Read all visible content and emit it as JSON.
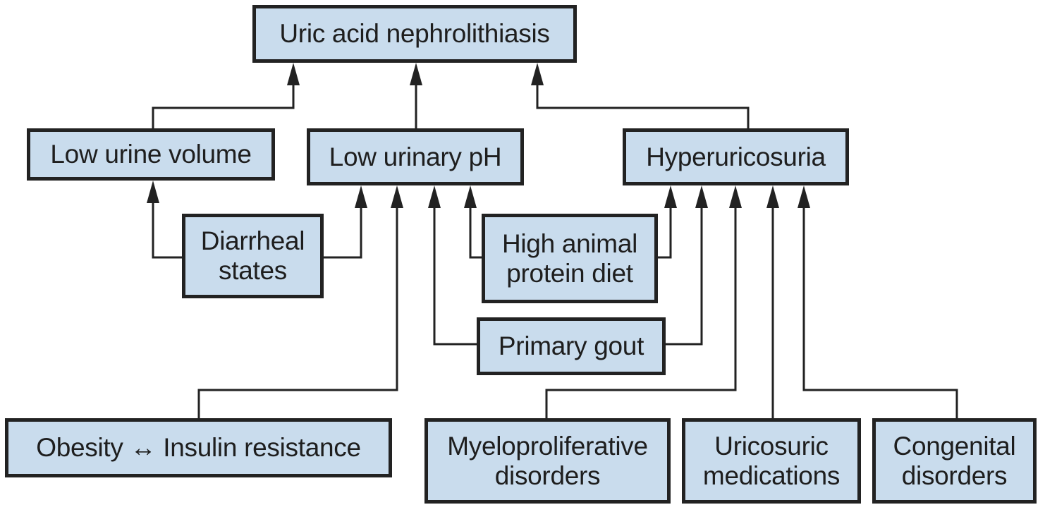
{
  "diagram": {
    "colors": {
      "box_fill": "#c9dced",
      "box_border": "#222222",
      "line": "#222222",
      "text": "#1e1e1e"
    },
    "nodes": {
      "root": "Uric acid nephrolithiasis",
      "low_urine_volume": "Low urine volume",
      "low_urinary_ph": "Low urinary pH",
      "hyperuricosuria": "Hyperuricosuria",
      "diarrheal_states": "Diarrheal\nstates",
      "high_animal_protein_diet": "High animal\nprotein diet",
      "primary_gout": "Primary gout",
      "obesity_insulin_resistance": "Obesity ↔ Insulin resistance",
      "myeloproliferative_disorders": "Myeloproliferative\ndisorders",
      "uricosuric_medications": "Uricosuric\nmedications",
      "congenital_disorders": "Congenital\ndisorders"
    },
    "edges": [
      {
        "from": "low_urine_volume",
        "to": "root"
      },
      {
        "from": "low_urinary_ph",
        "to": "root"
      },
      {
        "from": "hyperuricosuria",
        "to": "root"
      },
      {
        "from": "diarrheal_states",
        "to": "low_urine_volume"
      },
      {
        "from": "diarrheal_states",
        "to": "low_urinary_ph"
      },
      {
        "from": "obesity_insulin_resistance",
        "to": "low_urinary_ph"
      },
      {
        "from": "primary_gout",
        "to": "low_urinary_ph"
      },
      {
        "from": "high_animal_protein_diet",
        "to": "low_urinary_ph"
      },
      {
        "from": "high_animal_protein_diet",
        "to": "hyperuricosuria"
      },
      {
        "from": "primary_gout",
        "to": "hyperuricosuria"
      },
      {
        "from": "myeloproliferative_disorders",
        "to": "hyperuricosuria"
      },
      {
        "from": "uricosuric_medications",
        "to": "hyperuricosuria"
      },
      {
        "from": "congenital_disorders",
        "to": "hyperuricosuria"
      }
    ]
  }
}
